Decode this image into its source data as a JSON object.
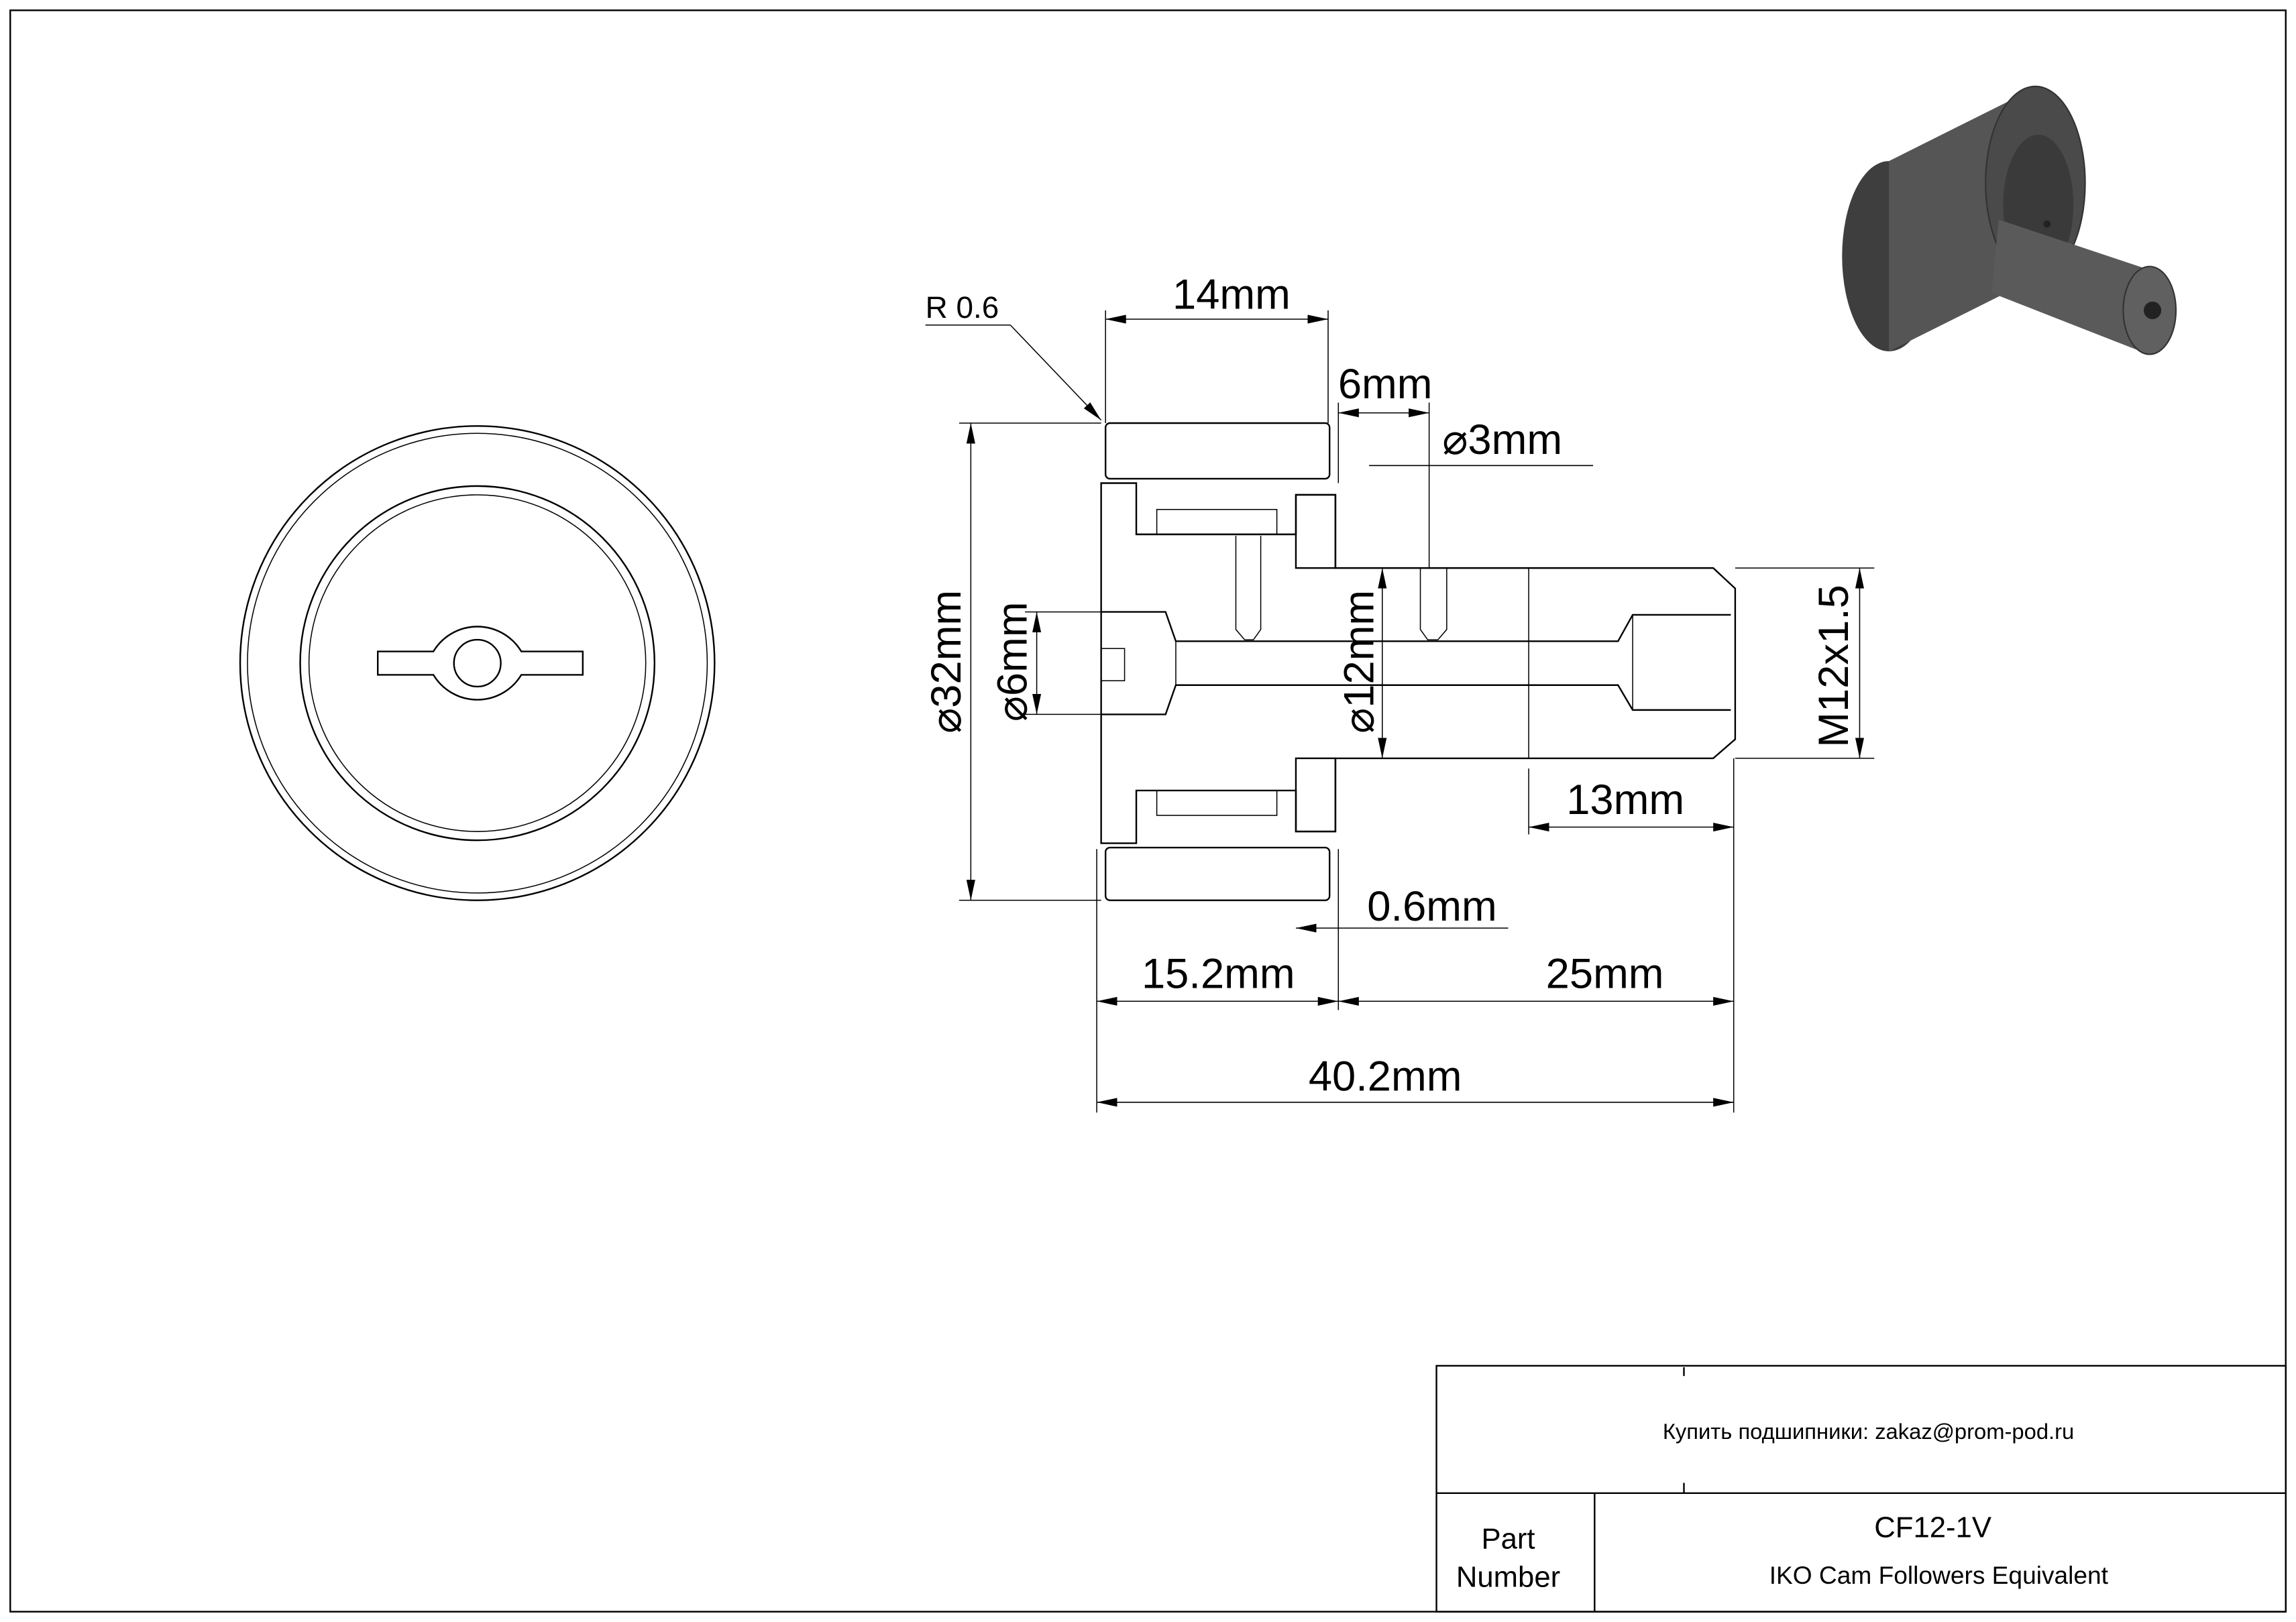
{
  "drawing": {
    "dimensions": {
      "radius": "R 0.6",
      "width_ring": "14mm",
      "shoulder": "6mm",
      "hole_dia": "⌀3mm",
      "outer_dia": "⌀32mm",
      "head_dia": "⌀6mm",
      "stud_dia": "⌀12mm",
      "thread": "M12x1.5",
      "thread_len": "13mm",
      "gap": "0.6mm",
      "body_len": "15.2mm",
      "stud_len": "25mm",
      "total_len": "40.2mm"
    }
  },
  "title_block": {
    "contact": "Купить подшипники: zakaz@prom-pod.ru",
    "part_label_line1": "Part",
    "part_label_line2": "Number",
    "part_number": "CF12-1V",
    "description": "IKO Cam Followers Equivalent"
  },
  "colors": {
    "line": "#000000",
    "render": "#4a4a4a"
  }
}
